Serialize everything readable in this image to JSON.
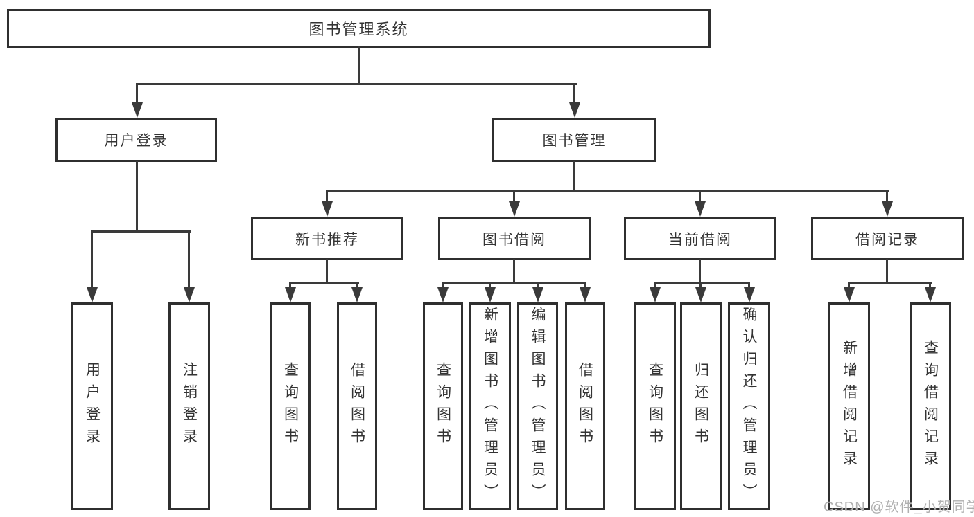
{
  "tree": {
    "root": "图书管理系统",
    "children": [
      {
        "label": "用户登录",
        "children": [
          "用户登录",
          "注销登录"
        ]
      },
      {
        "label": "图书管理",
        "children": [
          {
            "label": "新书推荐",
            "children": [
              "查询图书",
              "借阅图书"
            ]
          },
          {
            "label": "图书借阅",
            "children": [
              "查询图书",
              "新增图书（管理员）",
              "编辑图书（管理员）",
              "借阅图书"
            ]
          },
          {
            "label": "当前借阅",
            "children": [
              "查询图书",
              "归还图书",
              "确认归还（管理员）"
            ]
          },
          {
            "label": "借阅记录",
            "children": [
              "新增借阅记录",
              "查询借阅记录"
            ]
          }
        ]
      }
    ]
  },
  "colors": {
    "line": "#3a3a3a",
    "box_border": "#2f2f2f",
    "text": "#333333",
    "watermark": "#b0b0b0",
    "background": "#ffffff"
  },
  "watermark": "CSDN @软件_小贺同学"
}
